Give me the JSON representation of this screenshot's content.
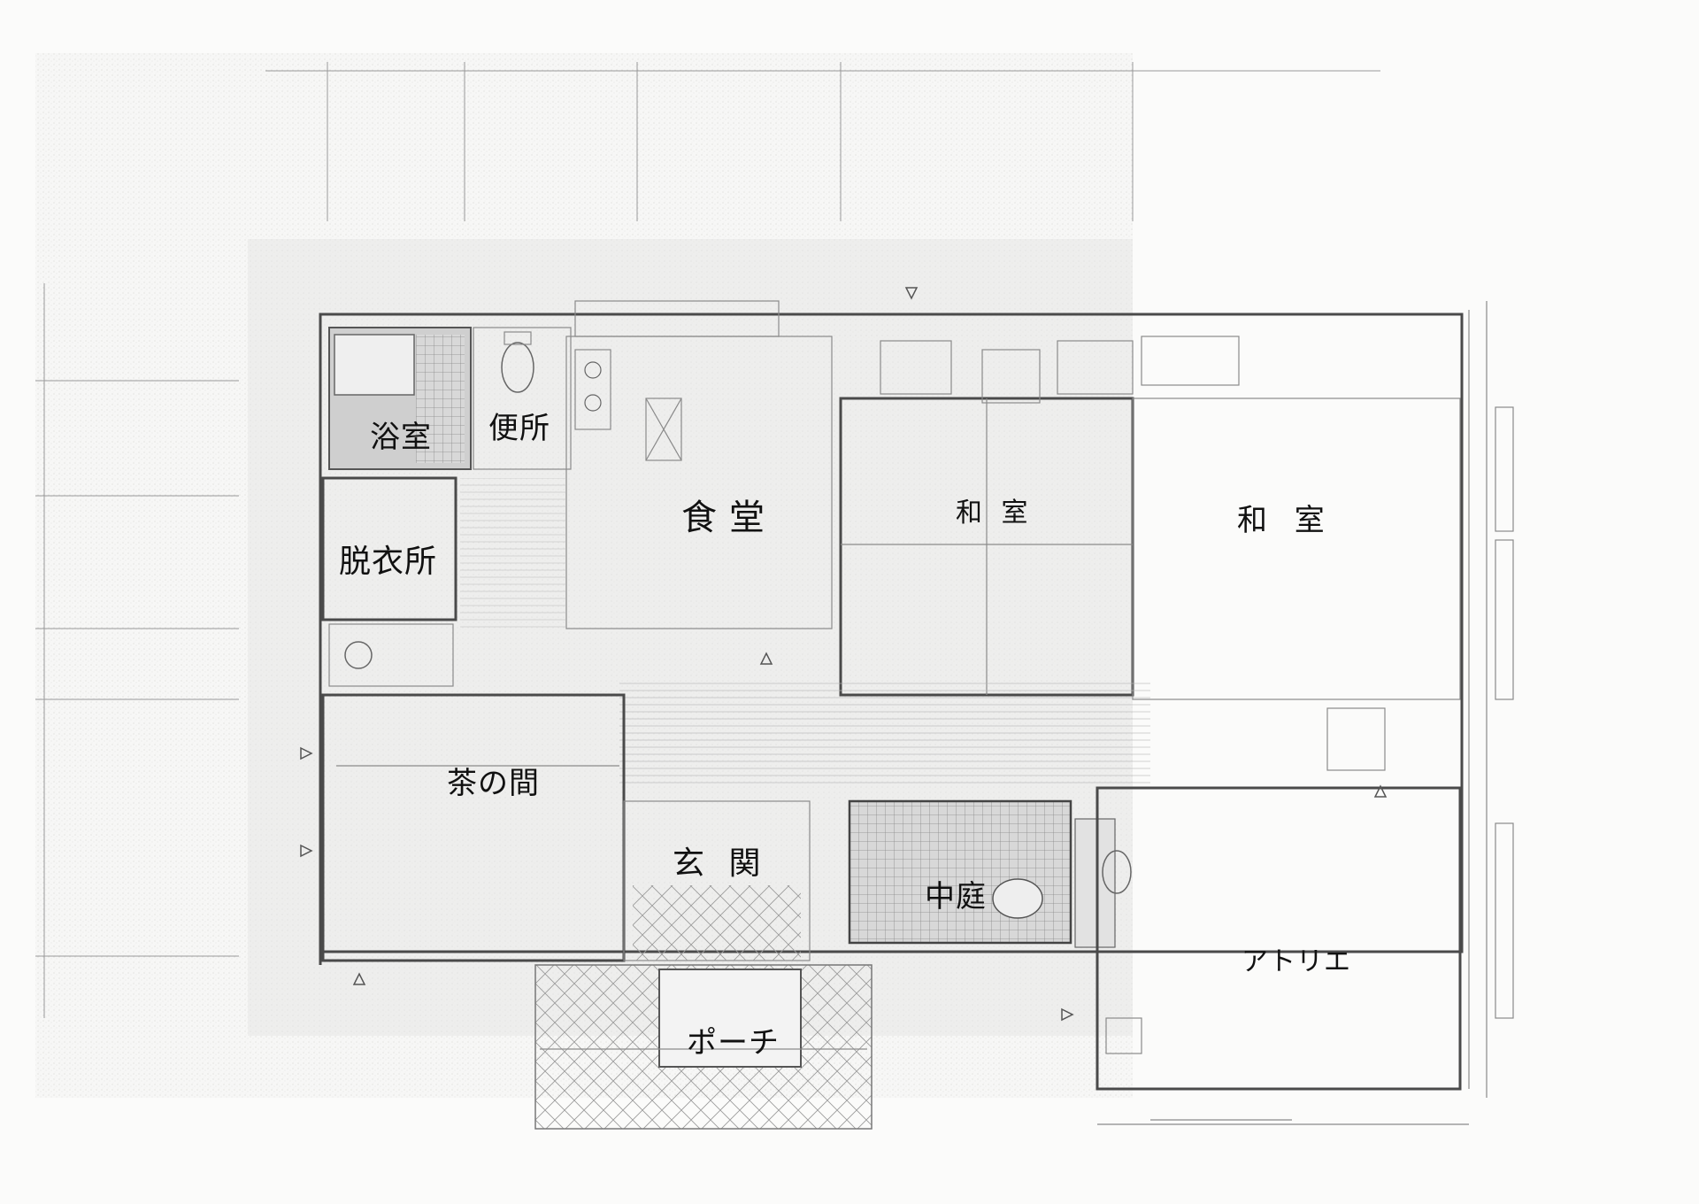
{
  "plan": {
    "rooms": [
      {
        "id": "bath",
        "label": "浴室"
      },
      {
        "id": "toilet",
        "label": "便所"
      },
      {
        "id": "dining",
        "label": "食堂"
      },
      {
        "id": "washitsu1",
        "label": "和 室"
      },
      {
        "id": "washitsu2",
        "label": "和 室"
      },
      {
        "id": "dressing",
        "label": "脱衣所"
      },
      {
        "id": "chanoma",
        "label": "茶の間"
      },
      {
        "id": "genkan",
        "label": "玄 関"
      },
      {
        "id": "nakaniwa",
        "label": "中庭"
      },
      {
        "id": "atelier",
        "label": "アトリエ"
      },
      {
        "id": "porch",
        "label": "ポーチ"
      }
    ]
  },
  "colors": {
    "paper": "#fbfbfa",
    "ink": "#111111",
    "lines": "#4a4a4a"
  }
}
